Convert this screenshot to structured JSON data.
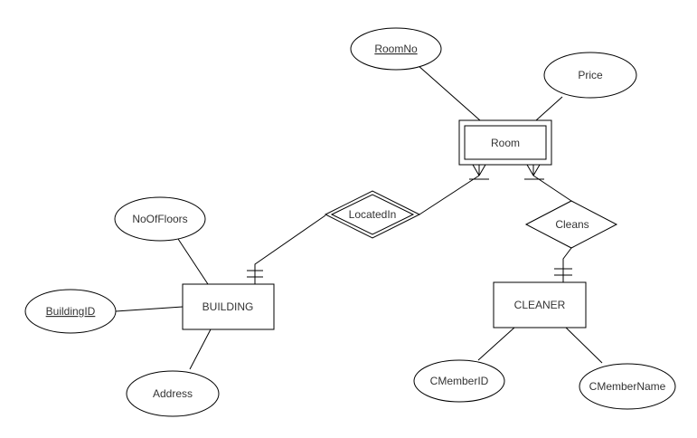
{
  "diagram": {
    "kind": "entity-relationship-diagram",
    "colors": {
      "background": "#ffffff",
      "stroke": "#000000",
      "text": "#333333"
    },
    "entities": [
      {
        "name": "Room",
        "style": "weak-entity-double-border"
      },
      {
        "name": "BUILDING",
        "style": "entity-single-border"
      },
      {
        "name": "CLEANER",
        "style": "entity-single-border"
      }
    ],
    "relationships": [
      {
        "name": "LocatedIn",
        "style": "identifying-double-border-diamond",
        "connects": [
          "Room",
          "BUILDING"
        ]
      },
      {
        "name": "Cleans",
        "style": "single-border-diamond",
        "connects": [
          "Room",
          "CLEANER"
        ]
      }
    ],
    "attributes": [
      {
        "name": "RoomNo",
        "of": "Room",
        "underlined_key": true
      },
      {
        "name": "Price",
        "of": "Room",
        "underlined_key": false
      },
      {
        "name": "NoOfFloors",
        "of": "BUILDING",
        "underlined_key": false
      },
      {
        "name": "BuildingID",
        "of": "BUILDING",
        "underlined_key": true
      },
      {
        "name": "Address",
        "of": "BUILDING",
        "underlined_key": false
      },
      {
        "name": "CMemberID",
        "of": "CLEANER",
        "underlined_key": false
      },
      {
        "name": "CMemberName",
        "of": "CLEANER",
        "underlined_key": false
      }
    ],
    "cardinality_markers": [
      {
        "at": "Room-end-of-LocatedIn",
        "symbol": "crow-foot-with-tick"
      },
      {
        "at": "Room-end-of-Cleans",
        "symbol": "crow-foot-with-tick"
      },
      {
        "at": "BUILDING-end-of-LocatedIn",
        "symbol": "double-tick-exactly-one"
      },
      {
        "at": "CLEANER-end-of-Cleans",
        "symbol": "double-tick-exactly-one"
      }
    ]
  }
}
